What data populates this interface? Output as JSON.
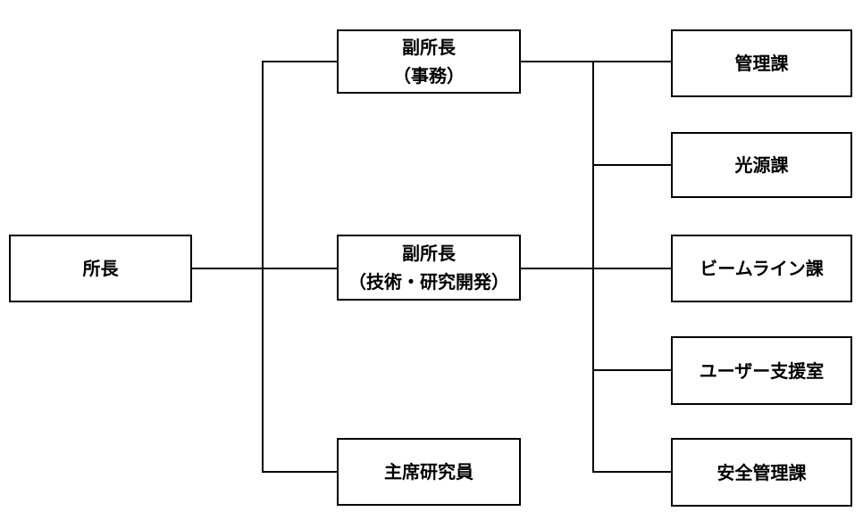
{
  "org_chart": {
    "director": "所長",
    "deputy_admin": {
      "line1": "副所長",
      "line2": "（事務）"
    },
    "deputy_tech": {
      "line1": "副所長",
      "line2": "（技術・研究開発）"
    },
    "chief_researcher": "主席研究員",
    "sections": {
      "admin": "管理課",
      "lightsource": "光源課",
      "beamline": "ビームライン課",
      "user_support": "ユーザー支援室",
      "safety": "安全管理課"
    }
  }
}
